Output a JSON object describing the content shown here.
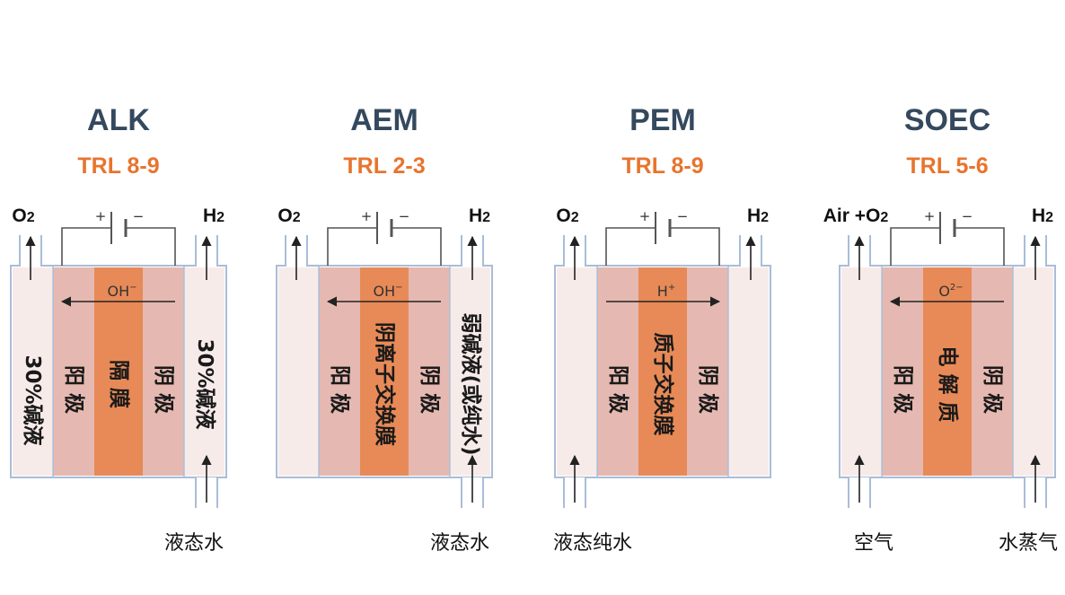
{
  "colors": {
    "title": "#34495e",
    "trl": "#e8742e",
    "cell_outline": "#a9bdd8",
    "chamber": "#f7ebe9",
    "electrode": "#e5b9b1",
    "membrane": "#e88a57",
    "wire": "#555555",
    "arrow": "#222222"
  },
  "cells": [
    {
      "id": "alk",
      "title": "ALK",
      "trl": "TRL 8-9",
      "left_gas": "O",
      "left_gas_sub": "2",
      "right_gas": "H",
      "right_gas_sub": "2",
      "plus": "+",
      "minus": "−",
      "ion": "OH",
      "ion_sup": "−",
      "ion_direction": "left",
      "left_chamber_text": "30%碱液",
      "anode_text": "阳 极",
      "membrane_text": "隔 膜",
      "cathode_text": "阴 极",
      "right_chamber_text": "30%碱液",
      "inlet_left": false,
      "inlet_right": true,
      "bottom_left": "",
      "bottom_right": "液态水"
    },
    {
      "id": "aem",
      "title": "AEM",
      "trl": "TRL 2-3",
      "left_gas": "O",
      "left_gas_sub": "2",
      "right_gas": "H",
      "right_gas_sub": "2",
      "plus": "+",
      "minus": "−",
      "ion": "OH",
      "ion_sup": "−",
      "ion_direction": "left",
      "left_chamber_text": "",
      "anode_text": "阳 极",
      "membrane_text": "阴离子交换膜",
      "cathode_text": "阴 极",
      "right_chamber_text": "弱碱液(或纯水)",
      "inlet_left": false,
      "inlet_right": true,
      "bottom_left": "",
      "bottom_right": "液态水"
    },
    {
      "id": "pem",
      "title": "PEM",
      "trl": "TRL 8-9",
      "left_gas": "O",
      "left_gas_sub": "2",
      "right_gas": "H",
      "right_gas_sub": "2",
      "plus": "+",
      "minus": "−",
      "ion": "H",
      "ion_sup": "+",
      "ion_direction": "right",
      "left_chamber_text": "",
      "anode_text": "阳 极",
      "membrane_text": "质子交换膜",
      "cathode_text": "阴 极",
      "right_chamber_text": "",
      "inlet_left": true,
      "inlet_right": false,
      "bottom_left": "液态纯水",
      "bottom_right": ""
    },
    {
      "id": "soec",
      "title": "SOEC",
      "trl": "TRL 5-6",
      "left_gas": "Air +O",
      "left_gas_sub": "2",
      "right_gas": "H",
      "right_gas_sub": "2",
      "plus": "+",
      "minus": "−",
      "ion": "O",
      "ion_sup": "2−",
      "ion_direction": "left",
      "left_chamber_text": "",
      "anode_text": "阳 极",
      "membrane_text": "电 解 质",
      "cathode_text": "阴 极",
      "right_chamber_text": "",
      "inlet_left": true,
      "inlet_right": true,
      "bottom_left": "空气",
      "bottom_right": "水蒸气"
    }
  ]
}
